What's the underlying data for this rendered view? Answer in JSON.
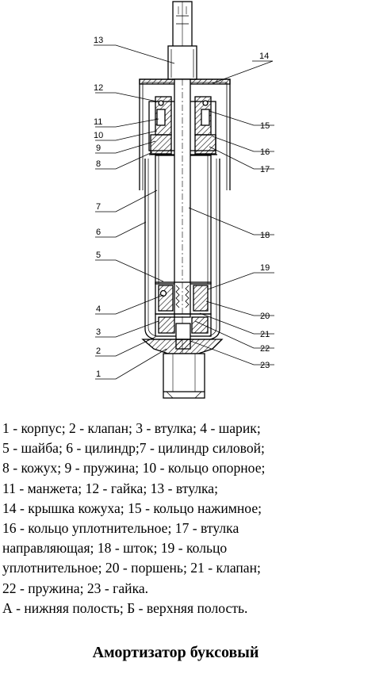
{
  "callouts": [
    "1",
    "2",
    "3",
    "4",
    "5",
    "6",
    "7",
    "8",
    "9",
    "10",
    "11",
    "12",
    "13",
    "14",
    "15",
    "16",
    "17",
    "18",
    "19",
    "20",
    "21",
    "22",
    "23"
  ],
  "legend_lines": [
    "1 - корпус; 2 - клапан; 3 - втулка; 4 - шарик;",
    "5 - шайба; 6 - цилиндр;7 - цилиндр силовой;",
    "8 - кожух; 9 - пружина; 10 - кольцо опорное;",
    "11 - манжета;   12 - гайка;   13 - втулка;",
    "14 - крышка кожуха; 15 - кольцо нажимное;",
    "16 - кольцо уплотнительное;   17 - втулка",
    "направляющая;   18 - шток;   19 - кольцо",
    "уплотнительное; 20 - поршень; 21 - клапан;",
    "22 - пружина;   23 - гайка.",
    "А - нижняя полость;  Б - верхняя полость."
  ],
  "title": "Амортизатор буксовый"
}
